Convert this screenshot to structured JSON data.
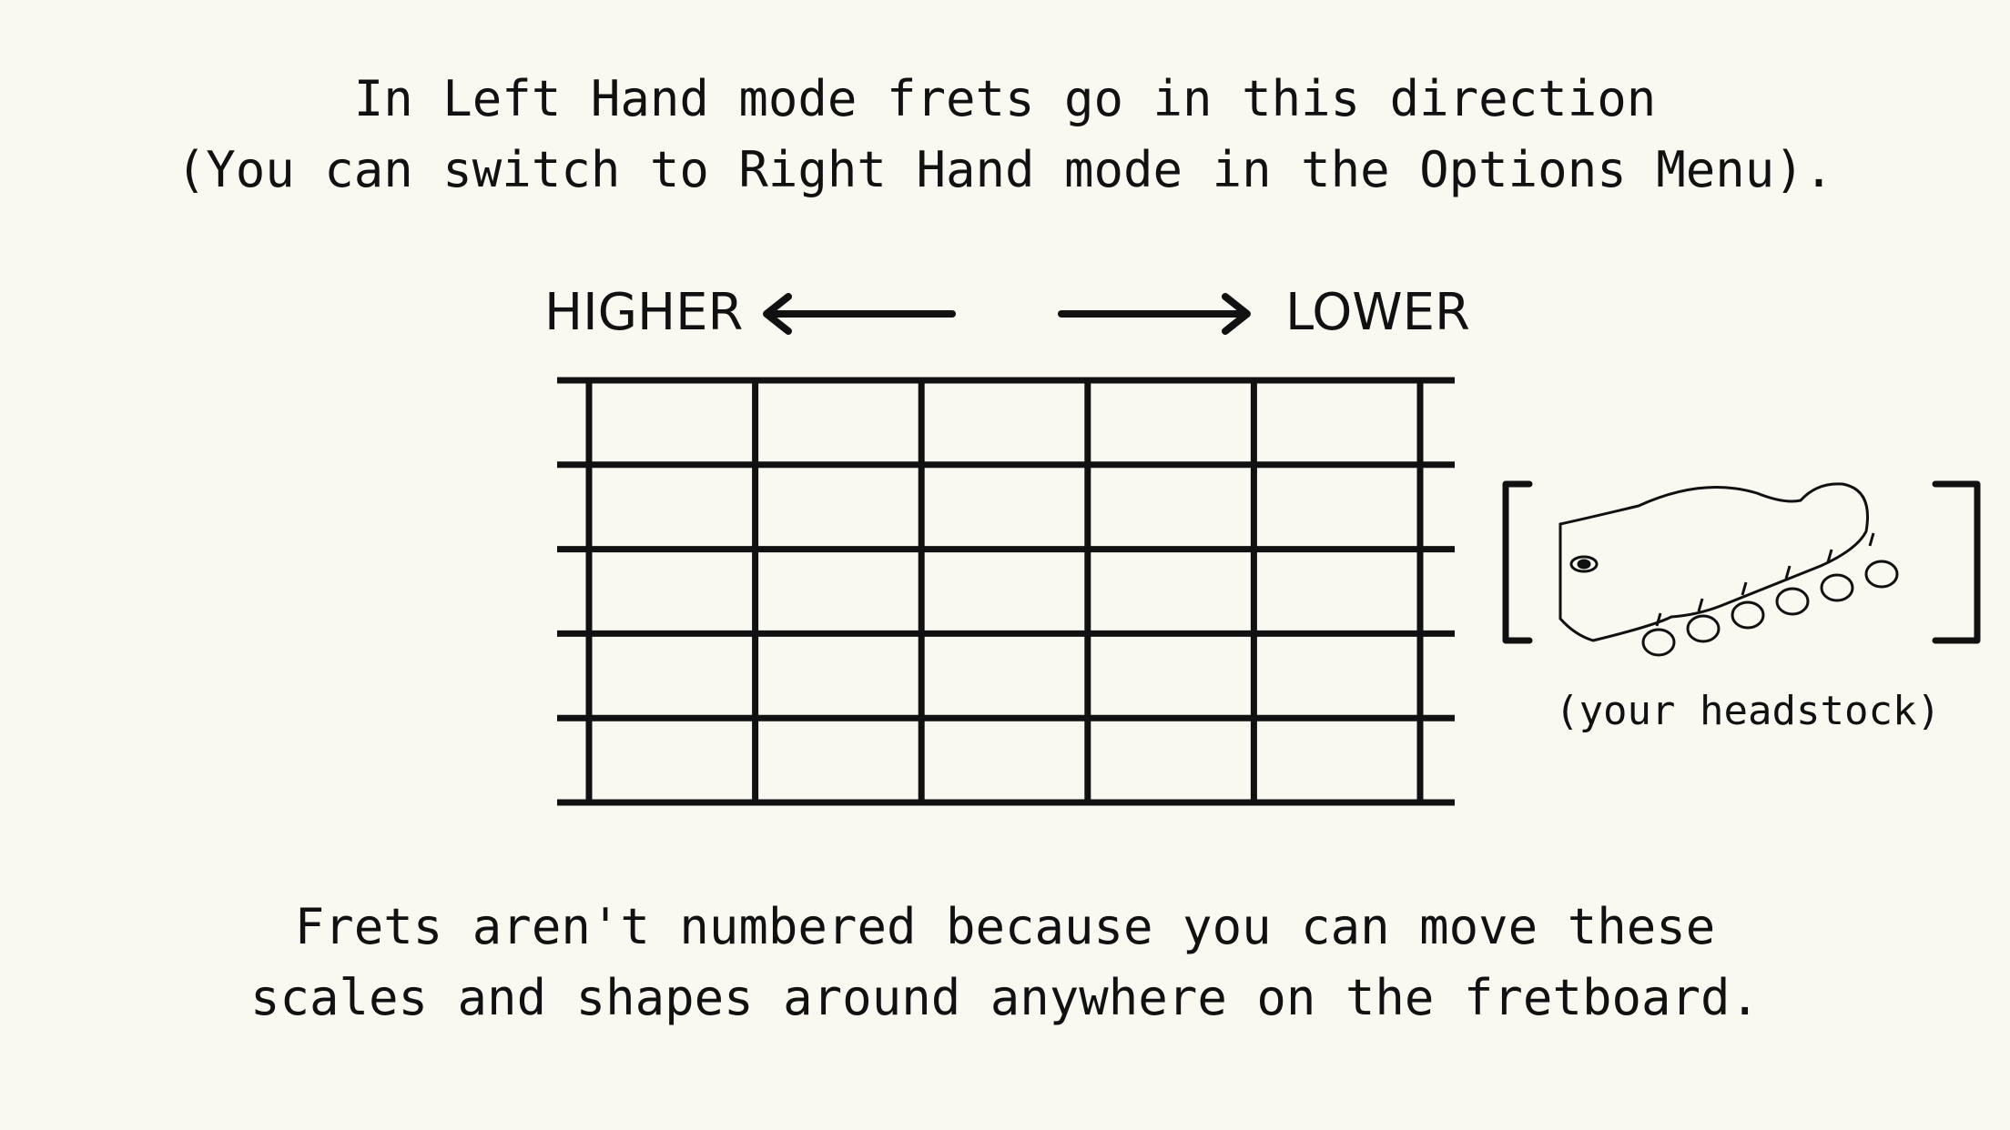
{
  "intro": {
    "line1": "In Left Hand mode frets go in this direction",
    "line2": "(You can switch to Right Hand mode in the Options Menu)."
  },
  "direction": {
    "higher_label": "HIGHER",
    "lower_label": "LOWER"
  },
  "headstock": {
    "caption": "(your headstock)",
    "icon": "guitar-headstock-icon",
    "tuning_pegs": 6
  },
  "fretboard": {
    "strings": 6,
    "frets": 6
  },
  "footer": {
    "line1": "Frets aren't numbered because you can move these",
    "line2": "scales and shapes around anywhere on the fretboard."
  },
  "colors": {
    "background": "#f9f8f1",
    "ink": "#111111"
  }
}
